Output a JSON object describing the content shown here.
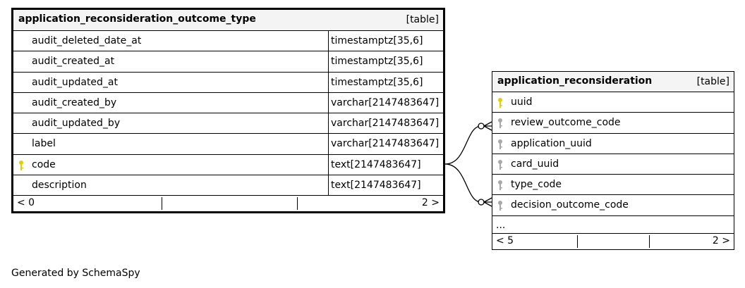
{
  "main_table": {
    "name": "application_reconsideration_outcome_type",
    "kind": "[table]",
    "columns": [
      {
        "name": "audit_deleted_date_at",
        "type": "timestamptz[35,6]",
        "key": "none"
      },
      {
        "name": "audit_created_at",
        "type": "timestamptz[35,6]",
        "key": "none"
      },
      {
        "name": "audit_updated_at",
        "type": "timestamptz[35,6]",
        "key": "none"
      },
      {
        "name": "audit_created_by",
        "type": "varchar[2147483647]",
        "key": "none"
      },
      {
        "name": "audit_updated_by",
        "type": "varchar[2147483647]",
        "key": "none"
      },
      {
        "name": "label",
        "type": "varchar[2147483647]",
        "key": "none"
      },
      {
        "name": "code",
        "type": "text[2147483647]",
        "key": "primary"
      },
      {
        "name": "description",
        "type": "text[2147483647]",
        "key": "none"
      }
    ],
    "footer": {
      "left": "< 0",
      "right": "2 >"
    }
  },
  "side_table": {
    "name": "application_reconsideration",
    "kind": "[table]",
    "columns": [
      {
        "name": "uuid",
        "key": "primary"
      },
      {
        "name": "review_outcome_code",
        "key": "foreign"
      },
      {
        "name": "application_uuid",
        "key": "foreign"
      },
      {
        "name": "card_uuid",
        "key": "foreign"
      },
      {
        "name": "type_code",
        "key": "foreign"
      },
      {
        "name": "decision_outcome_code",
        "key": "foreign"
      }
    ],
    "ellipsis": "...",
    "footer": {
      "left": "< 5",
      "right": "2 >"
    }
  },
  "credit": "Generated by SchemaSpy",
  "colors": {
    "primary_key": "#e0d000",
    "foreign_key": "#a8a8a8",
    "header_bg": "#f4f4f4"
  }
}
